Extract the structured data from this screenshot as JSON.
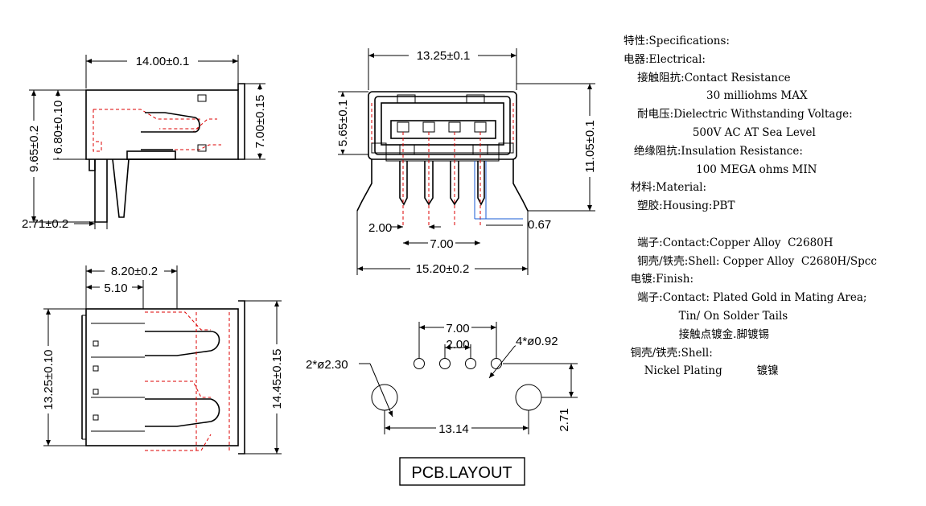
{
  "dimensions": {
    "side_width": "14.00±0.1",
    "side_total_height": "9.65±0.2",
    "side_body_height": "6.80±0.10",
    "side_right_height": "7.00±0.15",
    "side_pin_offset": "2.71±0.2",
    "front_width": "13.25±0.1",
    "front_opening_height": "5.65±0.1",
    "front_total_height": "11.05±0.1",
    "front_pitch": "2.00",
    "front_outer_pin_span": "7.00",
    "front_leg_span": "15.20±0.2",
    "front_pin_width": "0.67",
    "top_depth": "8.20±0.2",
    "top_pin_row": "5.10",
    "top_width": "13.25±0.10",
    "top_total_width": "14.45±0.15",
    "pcb_pin_span": "7.00",
    "pcb_pitch": "2.00",
    "pcb_small_holes": "4*ø0.92",
    "pcb_large_holes": "2*ø2.30",
    "pcb_hole_span": "13.14",
    "pcb_row_offset": "2.71"
  },
  "pcb_title": "PCB.LAYOUT",
  "specs": [
    "特性:Specifications:",
    "电器:Electrical:",
    "    接触阻抗:Contact Resistance",
    "                        30 milliohms MAX",
    "    耐电压:Dielectric Withstanding Voltage:",
    "                    500V AC AT Sea Level",
    "   绝缘阻抗:Insulation Resistance:",
    "                     100 MEGA ohms MIN",
    "  材料:Material:",
    "    塑胶:Housing:PBT",
    "",
    "    端子:Contact:Copper Alloy  C2680H",
    "    铜壳/铁壳:Shell: Copper Alloy  C2680H/Spcc",
    "  电镀:Finish:",
    "    端子:Contact: Plated Gold in Mating Area;",
    "                Tin/ On Solder Tails",
    "                接触点镀金.脚镀锡",
    "  铜壳/铁壳:Shell:",
    "      Nickel Plating          镀镍"
  ]
}
